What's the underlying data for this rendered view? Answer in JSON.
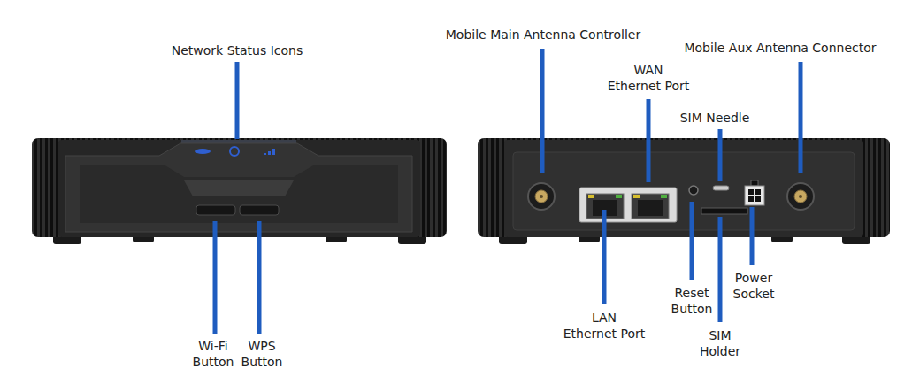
{
  "diagram": {
    "labels": [
      "Network Status Icons",
      "Mobile Main Antenna Controller",
      "WAN Ethernet Port",
      "Mobile Aux Antenna Connector",
      "SIM Needle",
      "Wi-Fi Button",
      "WPS Button",
      "Reset Button",
      "Power Socket",
      "LAN Ethernet Port",
      "SIM Holder"
    ]
  }
}
